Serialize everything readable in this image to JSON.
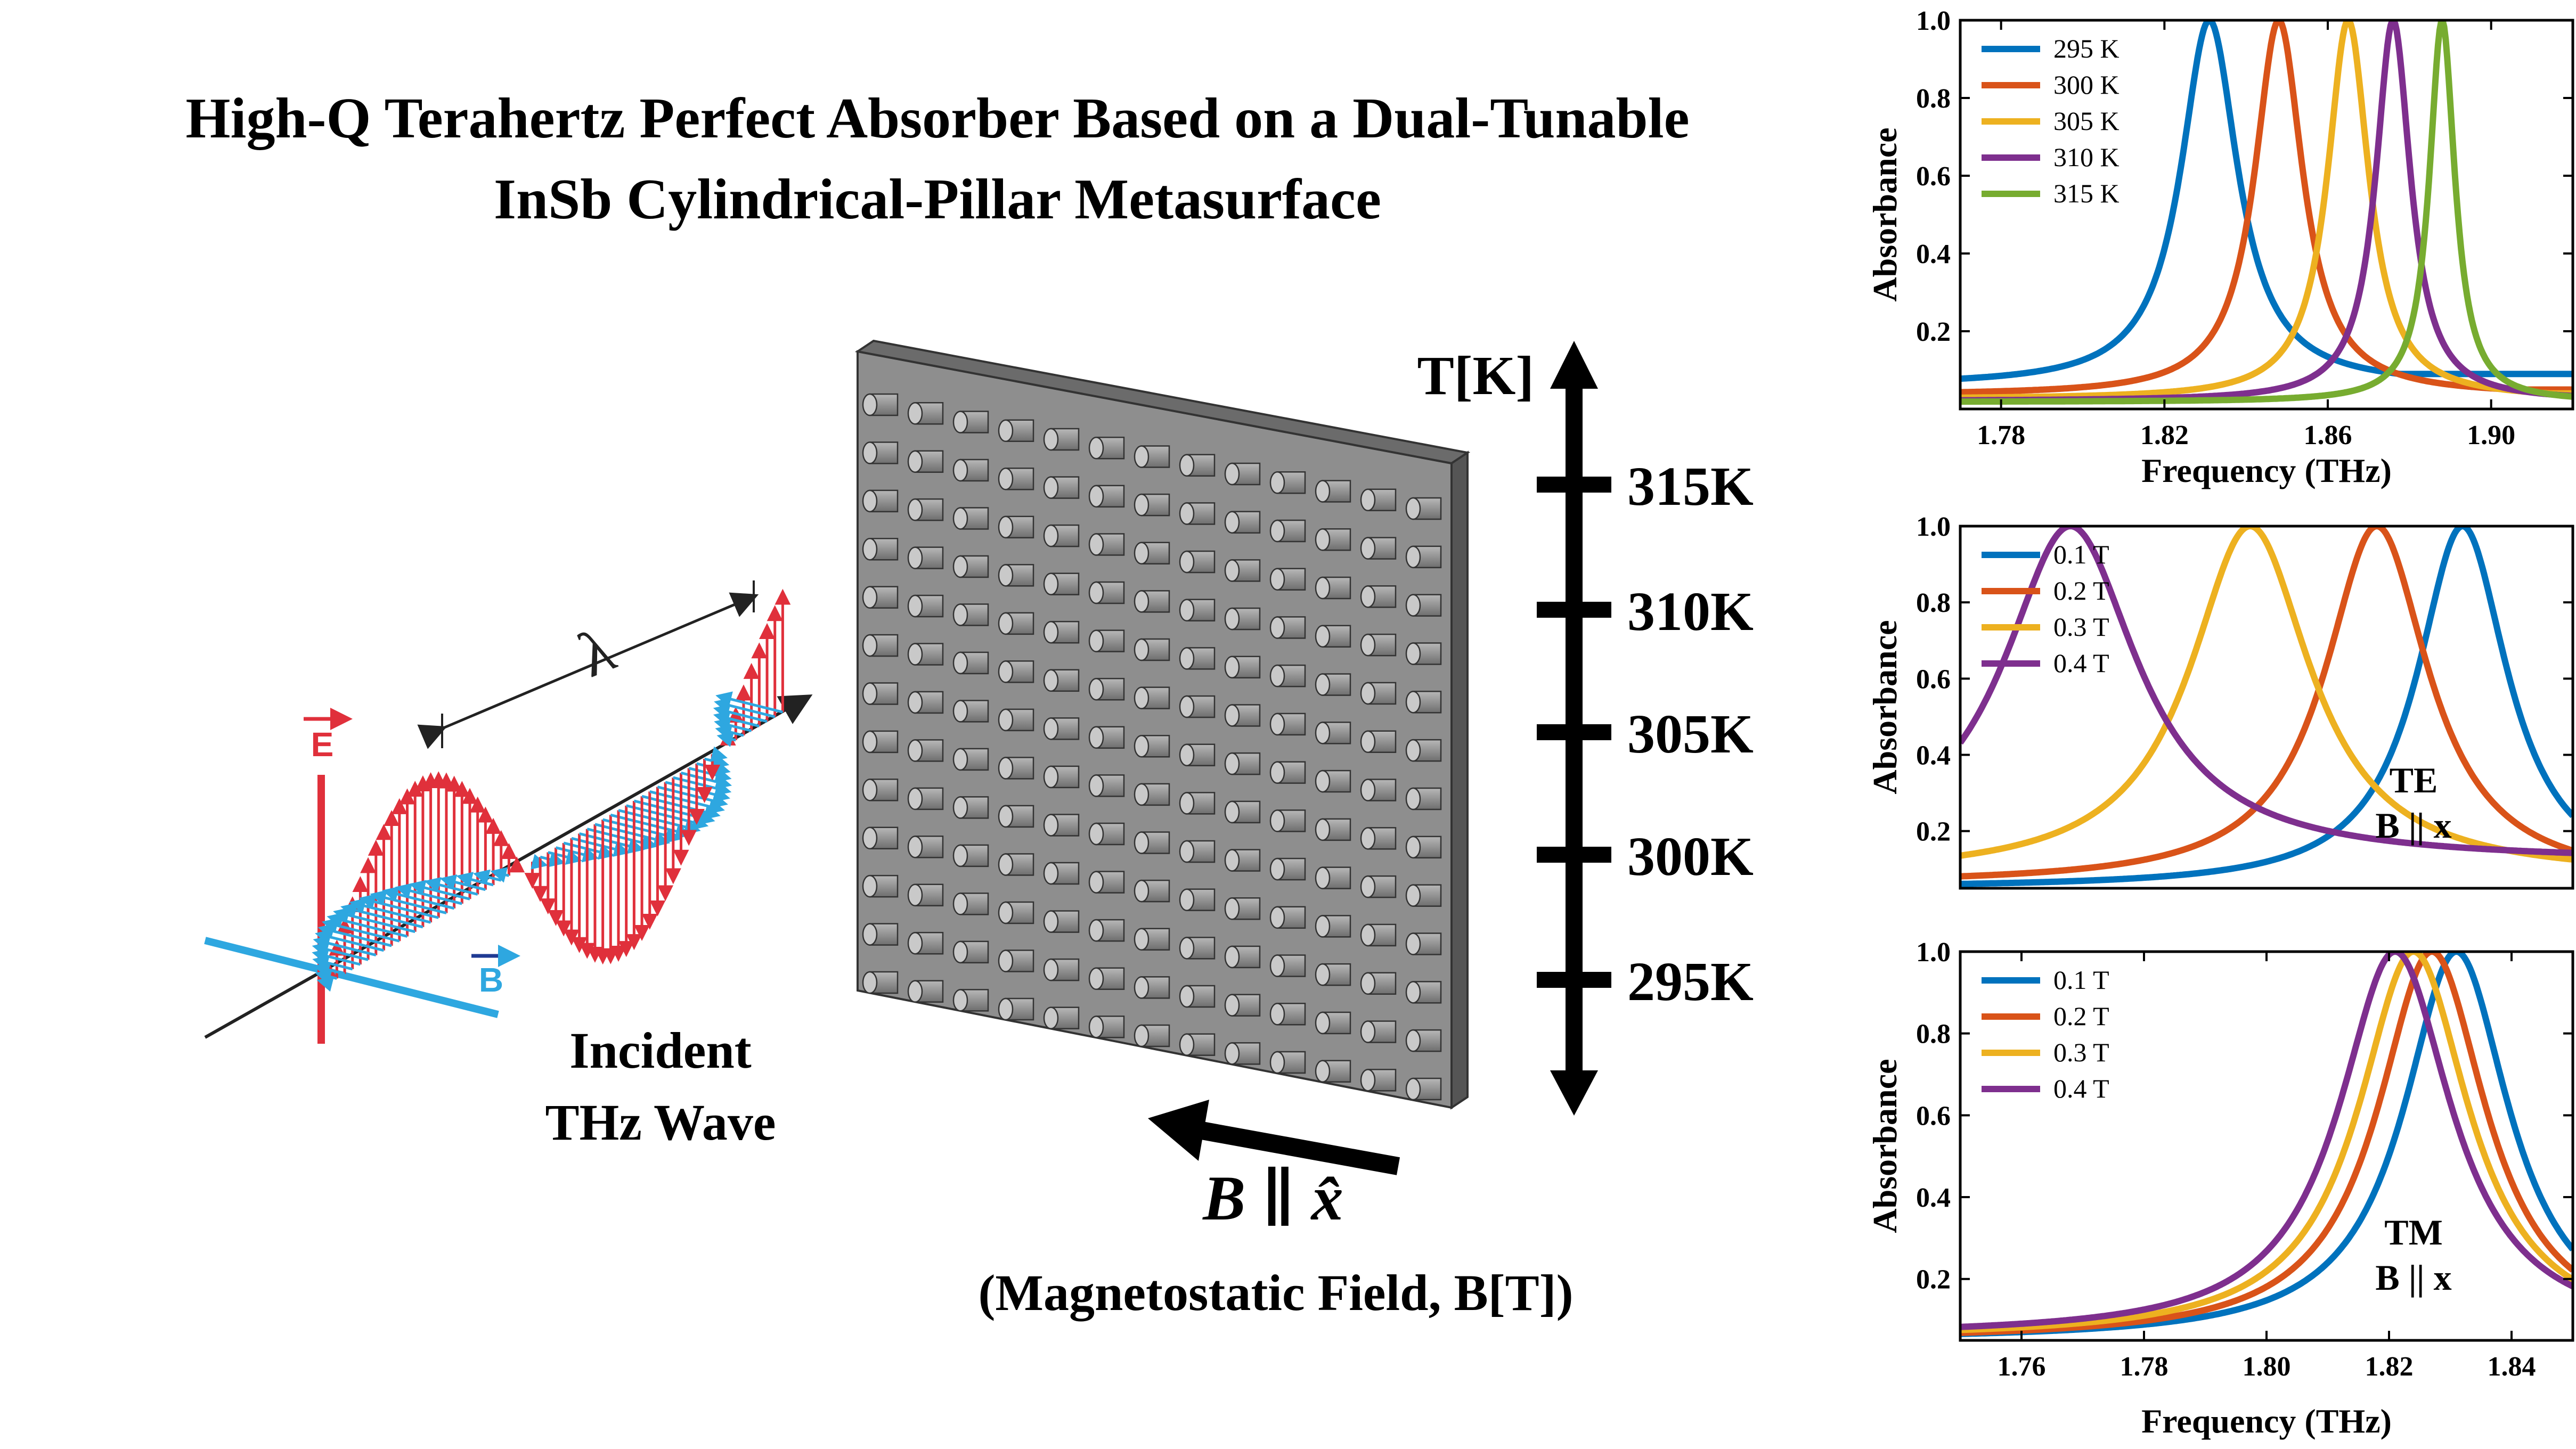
{
  "title": {
    "line1": "High-Q Terahertz Perfect Absorber Based on a Dual-Tunable",
    "line2": "InSb Cylindrical-Pillar Metasurface"
  },
  "wave": {
    "lambda_label": "λ",
    "e_label": "E",
    "b_label": "B",
    "caption_line1": "Incident",
    "caption_line2": "THz Wave",
    "colors": {
      "e_field": "#e0303b",
      "b_field": "#2ea7e0",
      "b_arrow": "#1f3a93"
    }
  },
  "temperature_axis": {
    "label": "T[K]",
    "ticks": [
      "315K",
      "310K",
      "305K",
      "300K",
      "295K"
    ]
  },
  "field": {
    "label": "B ∥ x̂",
    "caption": "(Magnetostatic Field, B[T])"
  },
  "chart_data": [
    {
      "type": "line",
      "xlabel": "Frequency (THz)",
      "ylabel": "Absorbance",
      "xlim": [
        1.77,
        1.92
      ],
      "ylim": [
        0,
        1.0
      ],
      "xticks": [
        "1.78",
        "1.82",
        "1.86",
        "1.90"
      ],
      "xtick_values": [
        1.78,
        1.82,
        1.86,
        1.9
      ],
      "yticks": [
        "0.2",
        "0.4",
        "0.6",
        "0.8",
        "1.0"
      ],
      "ytick_values": [
        0.2,
        0.4,
        0.6,
        0.8,
        1.0
      ],
      "legend_position": "top-left",
      "note_line1": "",
      "note_line2": "",
      "series": [
        {
          "name": "295 K",
          "color": "#0072bd",
          "peak": 1.831,
          "width": 0.0085,
          "base": 0.06,
          "tail": 0.09
        },
        {
          "name": "300 K",
          "color": "#d95319",
          "peak": 1.848,
          "width": 0.0072,
          "base": 0.035,
          "tail": 0.05
        },
        {
          "name": "305 K",
          "color": "#edb120",
          "peak": 1.865,
          "width": 0.0062,
          "base": 0.025,
          "tail": 0.04
        },
        {
          "name": "310 K",
          "color": "#7e2f8e",
          "peak": 1.876,
          "width": 0.0052,
          "base": 0.02,
          "tail": 0.03
        },
        {
          "name": "315 K",
          "color": "#77ac30",
          "peak": 1.888,
          "width": 0.0038,
          "base": 0.018,
          "tail": 0.025
        }
      ]
    },
    {
      "type": "line",
      "xlabel": "",
      "ylabel": "Absorbance",
      "xlim": [
        1.735,
        1.885
      ],
      "ylim": [
        0.05,
        1.0
      ],
      "xticks": [],
      "xtick_values": [],
      "yticks": [
        "0.2",
        "0.4",
        "0.6",
        "0.8",
        "1.0"
      ],
      "ytick_values": [
        0.2,
        0.4,
        0.6,
        0.8,
        1.0
      ],
      "legend_position": "top-left",
      "note_line1": "TE",
      "note_line2": "B || x",
      "series": [
        {
          "name": "0.1 T",
          "color": "#0072bd",
          "peak": 1.858,
          "width": 0.0135,
          "base": 0.05,
          "tail": 0.08
        },
        {
          "name": "0.2 T",
          "color": "#d95319",
          "peak": 1.837,
          "width": 0.0155,
          "base": 0.06,
          "tail": 0.08
        },
        {
          "name": "0.3 T",
          "color": "#edb120",
          "peak": 1.806,
          "width": 0.018,
          "base": 0.08,
          "tail": 0.1
        },
        {
          "name": "0.4 T",
          "color": "#7e2f8e",
          "peak": 1.762,
          "width": 0.02,
          "base": 0.12,
          "tail": 0.12
        }
      ]
    },
    {
      "type": "line",
      "xlabel": "Frequency (THz)",
      "ylabel": "Absorbance",
      "xlim": [
        1.75,
        1.85
      ],
      "ylim": [
        0.05,
        1.0
      ],
      "xticks": [
        "1.76",
        "1.78",
        "1.80",
        "1.82",
        "1.84"
      ],
      "xtick_values": [
        1.76,
        1.78,
        1.8,
        1.82,
        1.84
      ],
      "yticks": [
        "0.2",
        "0.4",
        "0.6",
        "0.8",
        "1.0"
      ],
      "ytick_values": [
        0.2,
        0.4,
        0.6,
        0.8,
        1.0
      ],
      "legend_position": "top-left",
      "note_line1": "TM",
      "note_line2": "B || x",
      "series": [
        {
          "name": "0.1 T",
          "color": "#0072bd",
          "peak": 1.831,
          "width": 0.0105,
          "base": 0.05,
          "tail": 0.06
        },
        {
          "name": "0.2 T",
          "color": "#d95319",
          "peak": 1.827,
          "width": 0.0108,
          "base": 0.05,
          "tail": 0.06
        },
        {
          "name": "0.3 T",
          "color": "#edb120",
          "peak": 1.824,
          "width": 0.011,
          "base": 0.055,
          "tail": 0.06
        },
        {
          "name": "0.4 T",
          "color": "#7e2f8e",
          "peak": 1.821,
          "width": 0.0112,
          "base": 0.06,
          "tail": 0.06
        }
      ]
    }
  ]
}
